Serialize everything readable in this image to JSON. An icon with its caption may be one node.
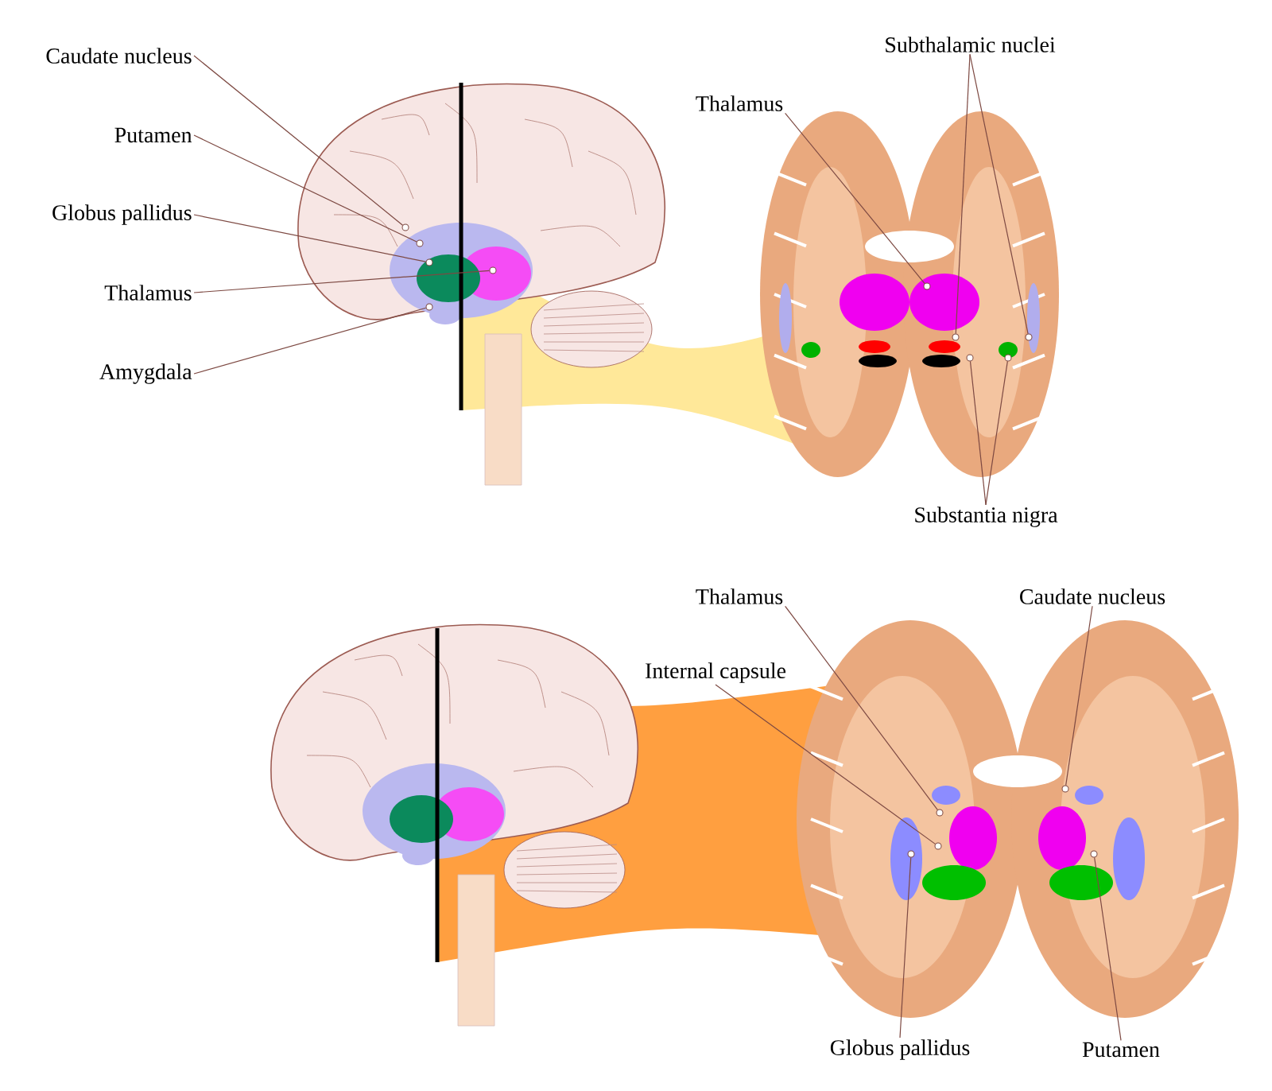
{
  "diagram": {
    "nodes": [
      {
        "text": [
          "Caudate nucleus"
        ]
      },
      {
        "text": [
          "Putamen"
        ]
      },
      {
        "text": [
          "Globus pallidus"
        ]
      },
      {
        "text": [
          "Thalamus"
        ]
      },
      {
        "text": [
          "Amygdala"
        ]
      },
      {
        "text": [
          "Subthalamic nuclei"
        ]
      },
      {
        "text": [
          "Thalamus"
        ]
      },
      {
        "text": [
          "Substantia nigra"
        ]
      },
      {
        "text": [
          "Thalamus"
        ]
      },
      {
        "text": [
          "Caudate nucleus"
        ]
      },
      {
        "text": [
          "Internal capsule"
        ]
      },
      {
        "text": [
          "Globus pallidus"
        ]
      },
      {
        "text": [
          "Putamen"
        ]
      },
      {
        "text": [],
        "shape": "circle"
      },
      {
        "text": [],
        "shape": "circle"
      },
      {
        "text": [],
        "shape": "circle"
      },
      {
        "text": [],
        "shape": "circle"
      },
      {
        "text": [],
        "shape": "circle"
      },
      {
        "text": [],
        "shape": "circle"
      },
      {
        "text": [],
        "shape": "circle"
      },
      {
        "text": [],
        "shape": "circle"
      },
      {
        "text": [],
        "shape": "circle"
      },
      {
        "text": [],
        "shape": "circle"
      },
      {
        "text": [],
        "shape": "circle"
      },
      {
        "text": [],
        "shape": "circle"
      },
      {
        "text": [],
        "shape": "circle"
      },
      {
        "text": [],
        "shape": "circle"
      },
      {
        "text": [],
        "shape": "circle"
      }
    ],
    "edges": [
      {
        "from": 0,
        "to": 13,
        "arrow": "none"
      },
      {
        "from": 1,
        "to": 14,
        "arrow": "none"
      },
      {
        "from": 2,
        "to": 15,
        "arrow": "none"
      },
      {
        "from": 3,
        "to": 16,
        "arrow": "none"
      },
      {
        "from": 4,
        "to": 17,
        "arrow": "none"
      },
      {
        "from": 5,
        "to": 18,
        "arrow": "none"
      },
      {
        "from": 5,
        "to": 19,
        "arrow": "none"
      },
      {
        "from": 6,
        "to": 20,
        "arrow": "none"
      },
      {
        "from": 7,
        "to": 21,
        "arrow": "none"
      },
      {
        "from": 7,
        "to": 22,
        "arrow": "none"
      },
      {
        "from": 8,
        "to": 23,
        "arrow": "none"
      },
      {
        "from": 9,
        "to": 24,
        "arrow": "none"
      },
      {
        "from": 10,
        "to": 25,
        "arrow": "none"
      },
      {
        "from": 11,
        "to": 26,
        "arrow": "none"
      },
      {
        "from": 12,
        "to": 27,
        "arrow": "none"
      }
    ]
  }
}
